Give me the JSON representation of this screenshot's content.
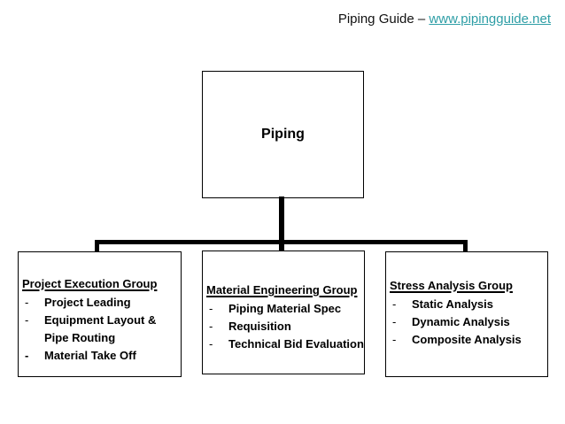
{
  "header": {
    "title_prefix": "Piping Guide – ",
    "link_text": "www.pipingguide.net",
    "link_color": "#2E9EA6"
  },
  "bullet": "-",
  "root": {
    "label": "Piping"
  },
  "groups": [
    {
      "title": "Project Execution Group",
      "items": [
        "Project Leading",
        "Equipment Layout &\nPipe Routing",
        "Material Take Off"
      ]
    },
    {
      "title": "Material Engineering Group",
      "items": [
        "Piping Material Spec",
        "Requisition",
        "Technical Bid Evaluation"
      ]
    },
    {
      "title": "Stress Analysis Group",
      "items": [
        "Static Analysis",
        "Dynamic Analysis",
        "Composite Analysis"
      ]
    }
  ]
}
